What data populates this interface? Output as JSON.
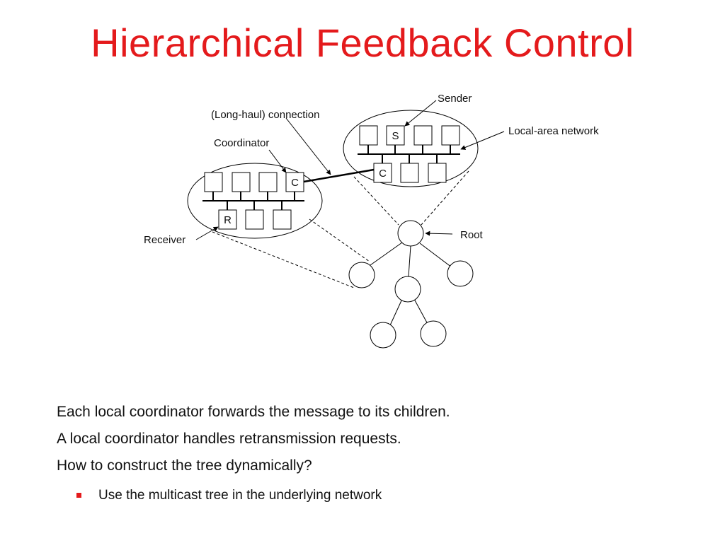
{
  "slide": {
    "title": "Hierarchical Feedback Control",
    "accent_color": "#e41a1c"
  },
  "diagram": {
    "labels": {
      "sender": "Sender",
      "long_haul": "(Long-haul) connection",
      "lan": "Local-area network",
      "coordinator": "Coordinator",
      "receiver": "Receiver",
      "root": "Root"
    },
    "node_letters": {
      "sender": "S",
      "coordinator": "C",
      "receiver": "R"
    }
  },
  "bullets": [
    "Each local coordinator forwards the message to its children.",
    "A local coordinator handles retransmission requests.",
    "How to construct the tree dynamically?"
  ],
  "sub_bullets": [
    "Use the multicast tree in the underlying network"
  ]
}
